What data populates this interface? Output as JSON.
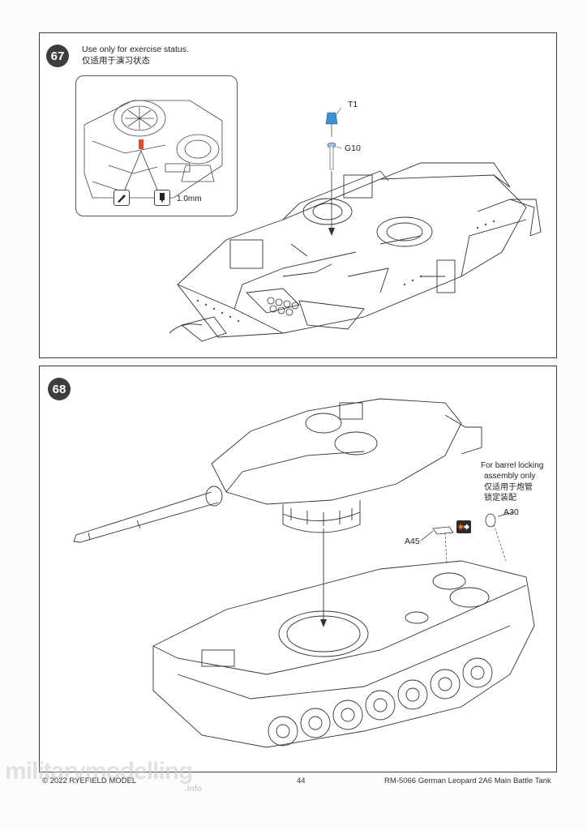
{
  "step67": {
    "number": "67",
    "note_en": "Use only for exercise status.",
    "note_cn": "仅适用于演习状态",
    "part_t1": "T1",
    "part_g10": "G10",
    "thickness": "1.0mm",
    "tool_icons": [
      "knife-icon",
      "glue-icon"
    ]
  },
  "step68": {
    "number": "68",
    "note_en_1": "For barrel locking",
    "note_en_2": "assembly only",
    "note_cn_1": "仅适用于炮管",
    "note_cn_2": "锁定装配",
    "part_a30": "A30",
    "part_a45": "A45"
  },
  "footer": {
    "copyright": "© 2022 RYEFIELD MODEL",
    "page": "44",
    "product": "RM-5066 German Leopard 2A6 Main Battle Tank"
  },
  "watermark": {
    "main": "militarymodelling",
    "sub": ".info"
  },
  "colors": {
    "badge": "#3d3d3d",
    "highlight": "#e04a2a",
    "t1_part": "#3c8fd1",
    "arrow_orange": "#e8742a"
  }
}
